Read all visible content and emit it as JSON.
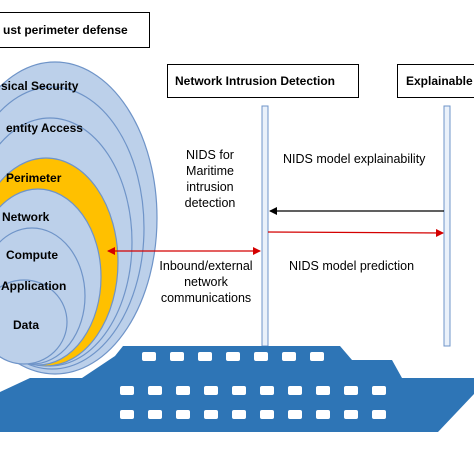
{
  "title_box": "ust perimeter defense",
  "headers": {
    "nids": "Network Intrusion Detection",
    "xai": "Explainable"
  },
  "layers": [
    "sical Security",
    "entity Access",
    "Perimeter",
    "Network",
    "Compute",
    "Application",
    "Data"
  ],
  "messages": {
    "nids_for": "NIDS for",
    "maritime": "Maritime",
    "intrusion": "intrusion",
    "detection": "detection",
    "explainability": "NIDS model explainability",
    "prediction": "NIDS model prediction",
    "inbound": "Inbound/external",
    "network": "network",
    "communications": "communications"
  },
  "colors": {
    "outer_layer_fill": "#bcd0ea",
    "layer_stroke": "#6f94c8",
    "network_layer_fill": "#ffc000",
    "ship_fill": "#2e75b6",
    "red_arrow": "#d40000",
    "black_arrow": "#000000"
  }
}
